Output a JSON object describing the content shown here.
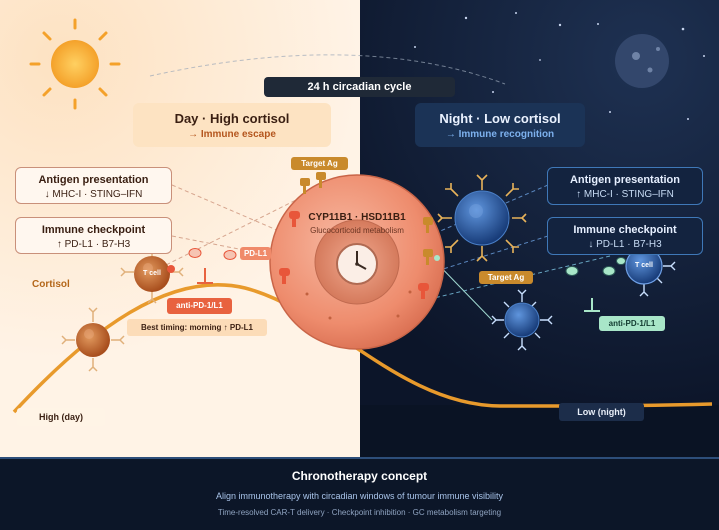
{
  "cycle_label": "24 h circadian cycle",
  "day": {
    "title": "Day · High cortisol",
    "subtitle": "→ Immune escape",
    "antigen_title": "Antigen presentation",
    "antigen_sub": "↓ MHC-I · STING–IFN",
    "checkpoint_title": "Immune checkpoint",
    "checkpoint_sub": "↑ PD-L1 · B7-H3",
    "cortisol_label": "Cortisol",
    "tcell_label": "T cell",
    "pdl1_label": "PD-L1",
    "antibody_label": "anti-PD-1/L1",
    "timing_label": "Best timing: morning ↑ PD-L1",
    "high_label": "High (day)"
  },
  "night": {
    "title": "Night · Low cortisol",
    "subtitle": "→ Immune recognition",
    "antigen_title": "Antigen presentation",
    "antigen_sub": "↑ MHC-I · STING–IFN",
    "checkpoint_title": "Immune checkpoint",
    "checkpoint_sub": "↓ PD-L1 · B7-H3",
    "tcell_label": "T cell",
    "target_label": "Target Ag",
    "antibody_label": "anti-PD-1/L1",
    "low_label": "Low (night)"
  },
  "tumor": {
    "genes": "CYP11B1 · HSD11B1",
    "subtitle": "Glucocorticoid metabolism",
    "target_label": "Target Ag"
  },
  "footer": {
    "title": "Chronotherapy concept",
    "line1": "Align immunotherapy with circadian windows of tumour immune visibility",
    "line2": "Time-resolved CAR-T delivery · Checkpoint inhibition · GC metabolism targeting"
  },
  "colors": {
    "day_bg": "#fdebd6",
    "night_bg": "#0f1b33",
    "cortisol_curve": "#e89a2c",
    "tumor": "#ef8a6c",
    "pdl1": "#e8563a",
    "t_cell_day": "#c4642a",
    "t_cell_night": "#2f66b8",
    "antibody_day": "#e8623f",
    "antibody_night": "#a8e6c8"
  }
}
